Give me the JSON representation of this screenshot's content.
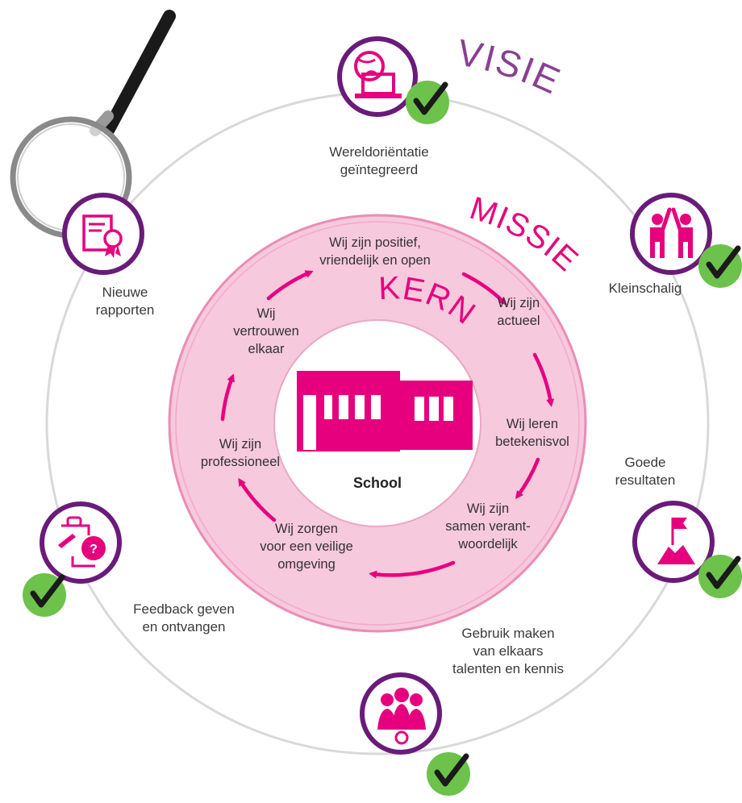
{
  "colors": {
    "magenta": "#e6007e",
    "purple": "#6a1b7a",
    "visie_purple": "#8a3f93",
    "pink_fill": "#f6c9dc",
    "check_green": "#6cc24a"
  },
  "rings": {
    "visie": "VISIE",
    "missie": "MISSIE",
    "kern": "KERN"
  },
  "core": {
    "label": "School",
    "icon": "school-building-icon"
  },
  "values": [
    {
      "id": "positief",
      "lines": [
        "Wij zijn positief,",
        "vriendelijk en open"
      ]
    },
    {
      "id": "actueel",
      "lines": [
        "Wij zijn",
        "actueel"
      ]
    },
    {
      "id": "betekenisvol",
      "lines": [
        "Wij leren",
        "betekenisvol"
      ]
    },
    {
      "id": "verantwoordelijk",
      "lines": [
        "Wij zijn",
        "samen verant-",
        "woordelijk"
      ]
    },
    {
      "id": "veilig",
      "lines": [
        "Wij zorgen",
        "voor een veilige",
        "omgeving"
      ]
    },
    {
      "id": "professioneel",
      "lines": [
        "Wij zijn",
        "professioneel"
      ]
    },
    {
      "id": "vertrouwen",
      "lines": [
        "Wij",
        "vertrouwen",
        "elkaar"
      ]
    }
  ],
  "goals": [
    {
      "id": "wereld",
      "icon": "globe-laptop-icon",
      "checked": true,
      "lines": [
        "Wereldoriëntatie",
        "geïntegreerd"
      ]
    },
    {
      "id": "klein",
      "icon": "people-high-five-icon",
      "checked": true,
      "lines": [
        "Kleinschalig"
      ]
    },
    {
      "id": "resultaten",
      "icon": "mountain-flag-icon",
      "checked": true,
      "lines": [
        "Goede",
        "resultaten"
      ]
    },
    {
      "id": "talenten",
      "icon": "team-gear-icon",
      "checked": true,
      "lines": [
        "Gebruik maken",
        "van elkaars",
        "talenten en kennis"
      ]
    },
    {
      "id": "feedback",
      "icon": "feedback-chat-icon",
      "checked": true,
      "lines": [
        "Feedback geven",
        "en ontvangen"
      ]
    },
    {
      "id": "rapporten",
      "icon": "certificate-icon",
      "checked": false,
      "lines": [
        "Nieuwe",
        "rapporten"
      ]
    }
  ],
  "decorations": {
    "magnifier": "magnifying-glass-icon"
  }
}
